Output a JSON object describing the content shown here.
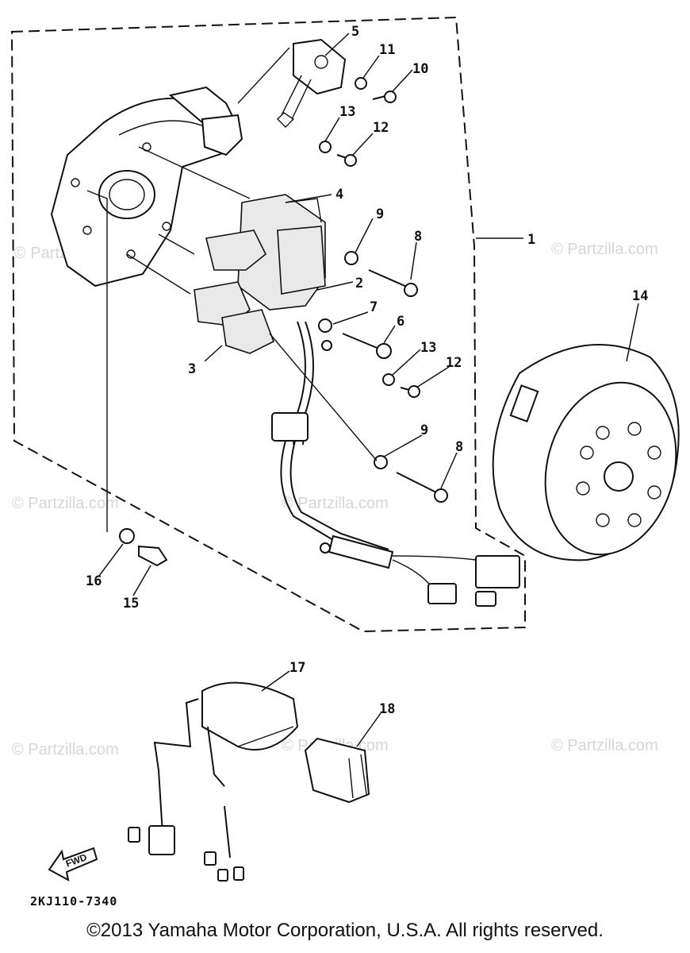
{
  "watermark": "© Partzilla.com",
  "diagram_code": "2KJ110-7340",
  "fwd_label": "FWD",
  "copyright": "©2013 Yamaha Motor Corporation, U.S.A. All rights reserved.",
  "callouts": [
    "1",
    "2",
    "3",
    "4",
    "5",
    "6",
    "7",
    "8",
    "9",
    "10",
    "11",
    "12",
    "13",
    "14",
    "15",
    "16",
    "17",
    "18"
  ],
  "colors": {
    "ink": "#111111",
    "watermark": "#d6d6d6",
    "background": "#ffffff"
  }
}
